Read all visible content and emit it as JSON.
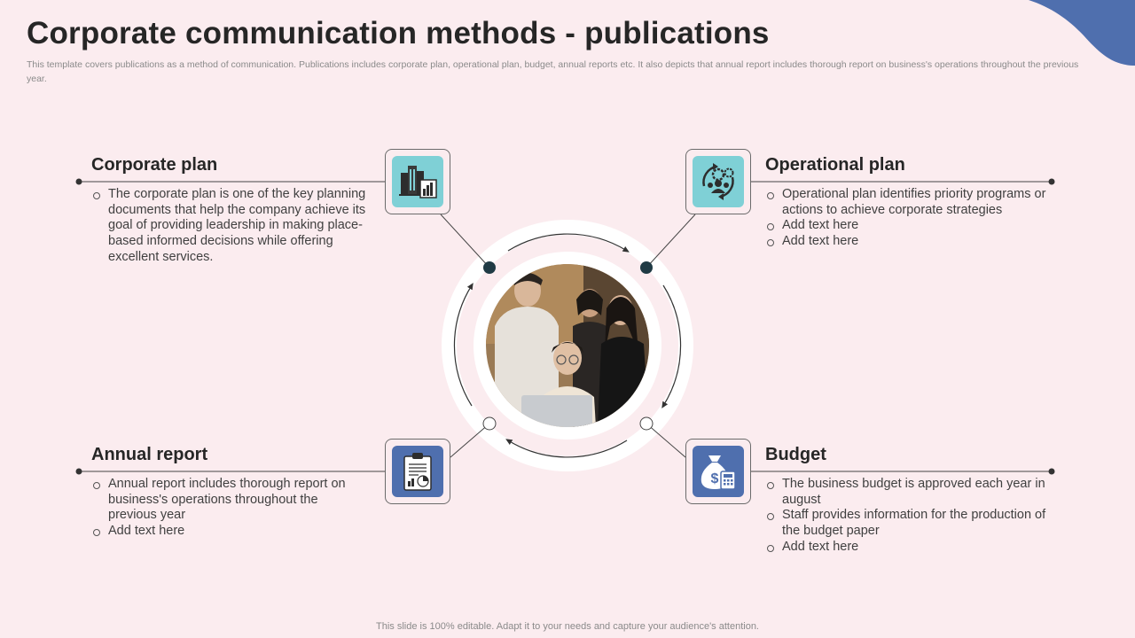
{
  "header": {
    "title": "Corporate communication methods - publications",
    "description": "This template covers publications as a method of communication. Publications includes corporate plan, operational plan, budget, annual reports etc. It also depicts that annual report includes thorough report on business's operations throughout the previous year."
  },
  "sections": {
    "corporate_plan": {
      "title": "Corporate plan",
      "bullets": [
        "The corporate plan is one of the key planning documents that help the company achieve its goal of providing leadership in making place-based informed decisions while offering excellent services."
      ]
    },
    "operational_plan": {
      "title": "Operational plan",
      "bullets": [
        "Operational plan identifies priority programs or actions to achieve corporate strategies",
        "Add text here",
        "Add text here"
      ]
    },
    "annual_report": {
      "title": "Annual report",
      "bullets": [
        "Annual report includes thorough report on business's operations throughout the previous year",
        "Add text here"
      ]
    },
    "budget": {
      "title": "Budget",
      "bullets": [
        "The business budget is approved each year in august",
        "Staff provides information for the production of the budget paper",
        "Add text here"
      ]
    }
  },
  "icons": {
    "corporate_plan": "buildings-chart-icon",
    "operational_plan": "gears-cycle-people-icon",
    "annual_report": "clipboard-report-icon",
    "budget": "money-bag-calculator-icon"
  },
  "colors": {
    "background": "#fbecef",
    "accent_blue": "#4f6fae",
    "accent_teal": "#7fd0d6",
    "dark_dot": "#1f3a44"
  },
  "footer": {
    "note": "This slide is 100% editable. Adapt it to your needs and capture your audience's attention."
  }
}
